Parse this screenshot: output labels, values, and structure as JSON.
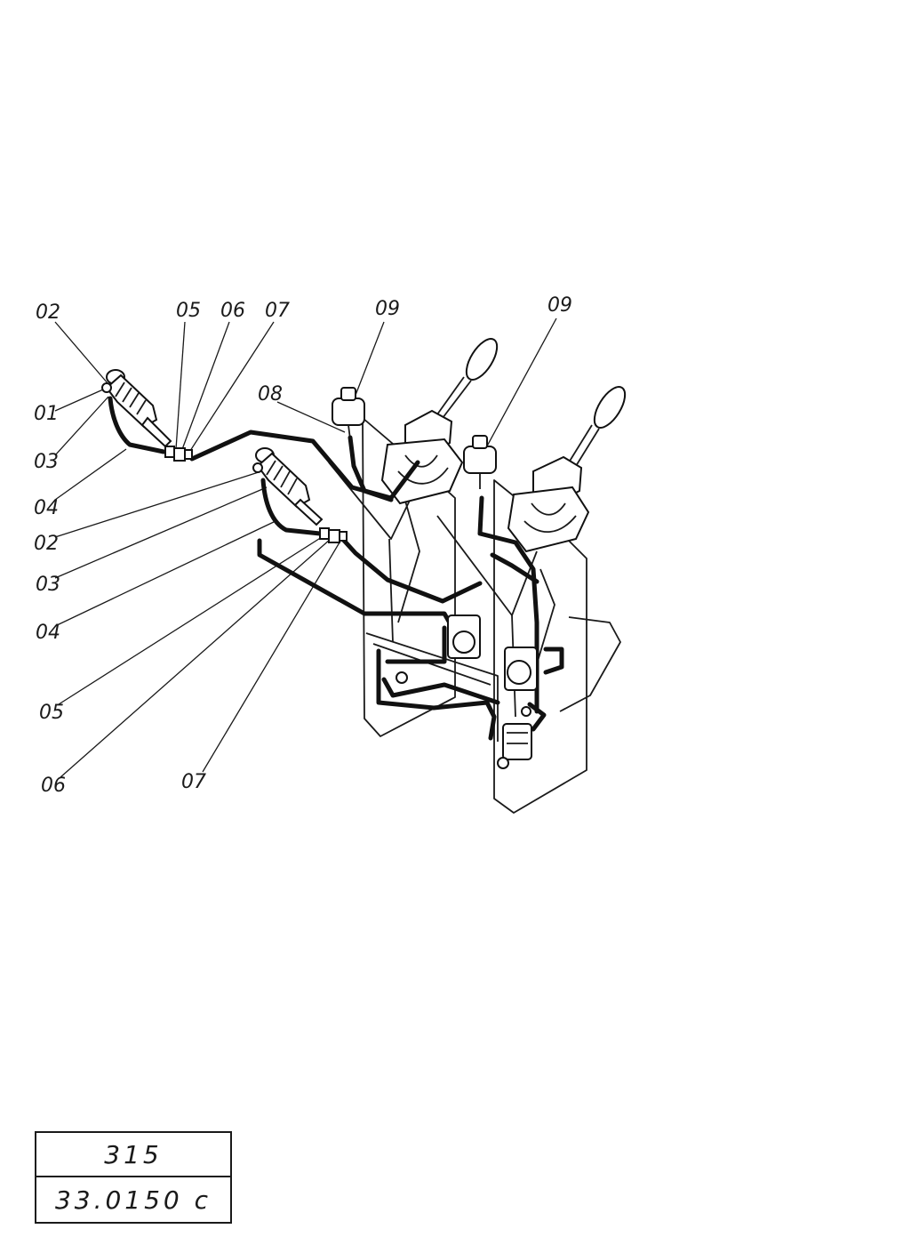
{
  "labels": {
    "left_02_top": "02",
    "left_01": "01",
    "left_03_top": "03",
    "left_04_top": "04",
    "top_05": "05",
    "top_06": "06",
    "top_07": "07",
    "top_08": "08",
    "top_09_a": "09",
    "top_09_b": "09",
    "left_02_mid": "02",
    "left_03_mid": "03",
    "left_04_mid": "04",
    "left_05_low": "05",
    "left_06_low": "06",
    "bottom_07": "07"
  },
  "title_block": {
    "page_number": "315",
    "drawing_number": "33.0150 c"
  }
}
